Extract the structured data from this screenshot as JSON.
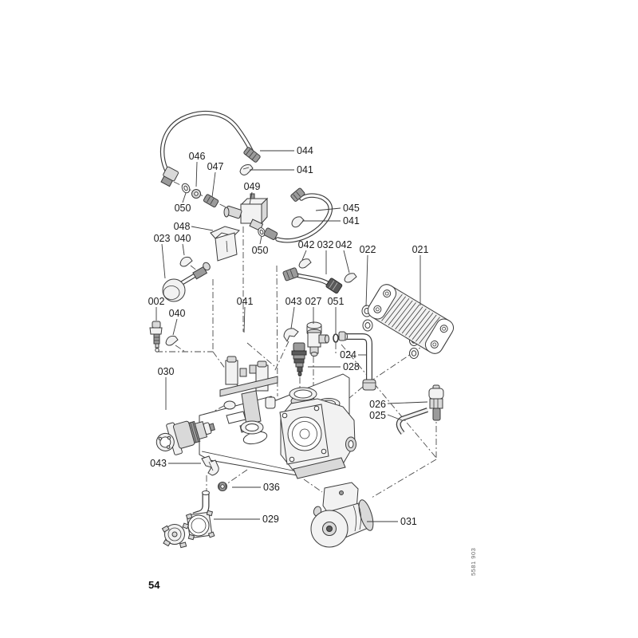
{
  "page": {
    "number": "54",
    "code": "5581 903"
  },
  "callouts": {
    "c044": "044",
    "c041a": "041",
    "c046": "046",
    "c047": "047",
    "c049": "049",
    "c050a": "050",
    "c048": "048",
    "c050b": "050",
    "c045": "045",
    "c041b": "041",
    "c023": "023",
    "c040a": "040",
    "c042a": "042",
    "c032": "032",
    "c042b": "042",
    "c022": "022",
    "c021": "021",
    "c002": "002",
    "c040b": "040",
    "c041c": "041",
    "c043a": "043",
    "c027": "027",
    "c051": "051",
    "c024": "024",
    "c028": "028",
    "c026": "026",
    "c025": "025",
    "c030": "030",
    "c043b": "043",
    "c036": "036",
    "c029": "029",
    "c031": "031"
  }
}
